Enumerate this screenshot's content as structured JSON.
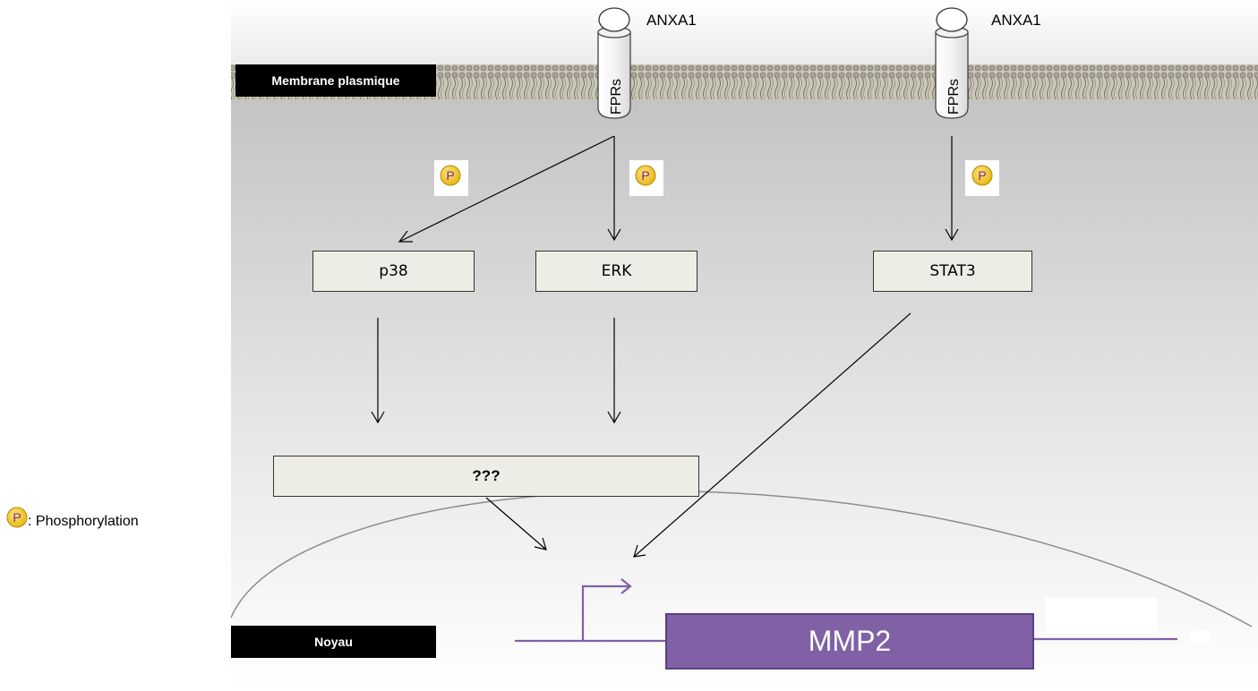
{
  "membrane_label": "Membrane plasmique",
  "nucleus_label": "Noyau",
  "ligands": [
    {
      "name": "ANXA1",
      "receptor": "FPRs"
    },
    {
      "name": "ANXA1",
      "receptor": "FPRs"
    }
  ],
  "phospho_symbol": "P",
  "nodes": {
    "p38": "p38",
    "erk": "ERK",
    "stat3": "STAT3",
    "unknown": "???"
  },
  "gene": "MMP2",
  "legend": {
    "symbol": "P",
    "text": ": Phosphorylation"
  },
  "colors": {
    "cytoplasm_top": "#c8c8c8",
    "cytoplasm_bottom": "#ffffff",
    "node_fill": "#eeede5",
    "gene_fill": "#8061a6",
    "gene_line": "#8061a6",
    "phospho_fill": "#f2c21b"
  }
}
